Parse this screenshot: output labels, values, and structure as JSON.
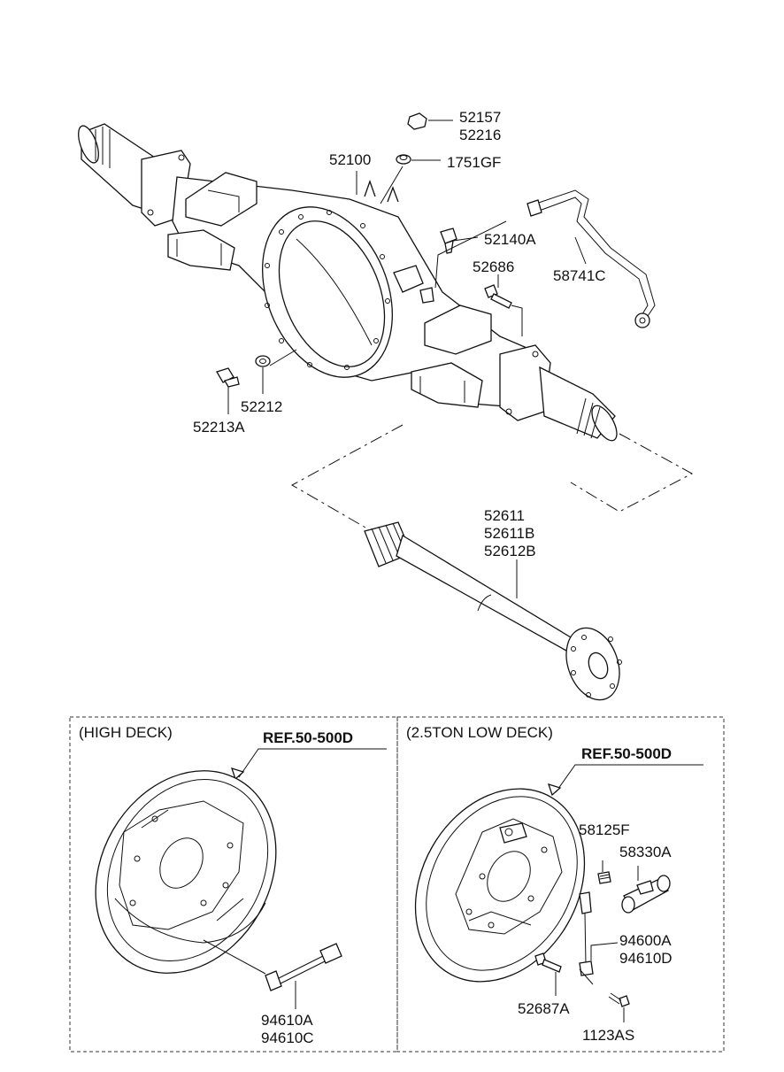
{
  "axle_labels": {
    "p52157": "52157",
    "p52216": "52216",
    "p52100": "52100",
    "p1751GF": "1751GF",
    "p52140A": "52140A",
    "p52686": "52686",
    "p58741C": "58741C",
    "p52212": "52212",
    "p52213A": "52213A",
    "p52611": "52611",
    "p52611B": "52611B",
    "p52612B": "52612B"
  },
  "high_deck": {
    "title": "(HIGH DECK)",
    "ref": "REF.50-500D",
    "p94610A": "94610A",
    "p94610C": "94610C"
  },
  "low_deck": {
    "title": "(2.5TON LOW DECK)",
    "ref": "REF.50-500D",
    "p58125F": "58125F",
    "p58330A": "58330A",
    "p94600A": "94600A",
    "p94610D": "94610D",
    "p52687A": "52687A",
    "p1123AS": "1123AS"
  }
}
